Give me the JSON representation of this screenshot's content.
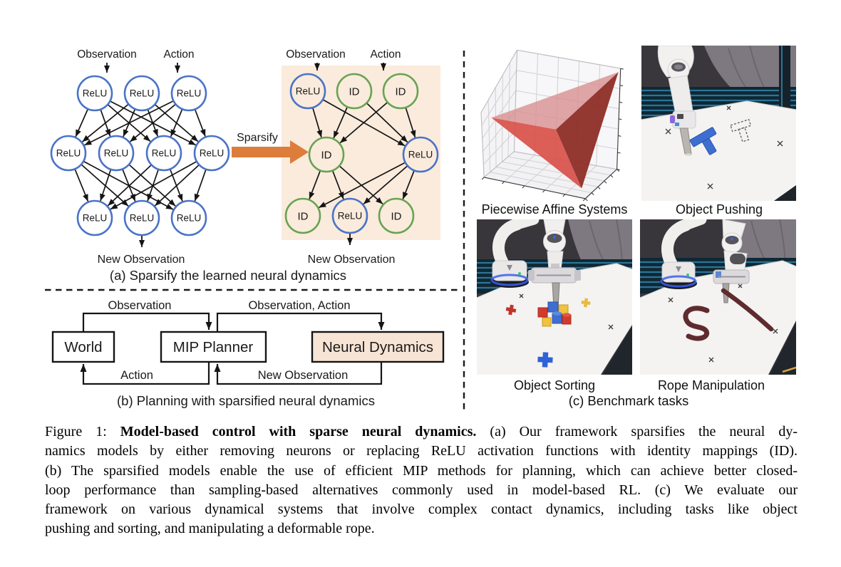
{
  "figure": {
    "panel_a": {
      "caption": "(a) Sparsify the learned neural dynamics",
      "input_labels": [
        "Observation",
        "Action"
      ],
      "output_label": "New Observation",
      "sparsify_label": "Sparsify",
      "left_network": {
        "layers": [
          [
            "ReLU",
            "ReLU",
            "ReLU"
          ],
          [
            "ReLU",
            "ReLU",
            "ReLU",
            "ReLU"
          ],
          [
            "ReLU",
            "ReLU",
            "ReLU"
          ]
        ]
      },
      "right_network": {
        "layers": [
          [
            "ReLU",
            "ID",
            "ID"
          ],
          [
            "ID",
            "ReLU"
          ],
          [
            "ID",
            "ReLU",
            "ID"
          ]
        ]
      }
    },
    "panel_b": {
      "caption": "(b) Planning with sparsified neural dynamics",
      "boxes": [
        {
          "label": "World",
          "filled": false
        },
        {
          "label": "MIP Planner",
          "filled": false
        },
        {
          "label": "Neural Dynamics",
          "filled": true
        }
      ],
      "edge_labels": {
        "top_left": "Observation",
        "top_right": "Observation, Action",
        "bottom_left": "Action",
        "bottom_right": "New Observation"
      }
    },
    "panel_c": {
      "caption": "(c) Benchmark tasks",
      "tasks": [
        "Piecewise Affine Systems",
        "Object Pushing",
        "Object Sorting",
        "Rope Manipulation"
      ]
    },
    "caption": {
      "prefix": "Figure 1:",
      "bold": "Model-based control with sparse neural dynamics.",
      "line1_rest": "(a) Our framework sparsifies the neural dy-",
      "line2": "namics models by either removing neurons or replacing ReLU activation functions with identity mappings (ID).",
      "line3": "(b) The sparsified models enable the use of efficient MIP methods for planning, which can achieve better closed-",
      "line4": "loop performance than sampling-based alternatives commonly used in model-based RL. (c) We evaluate our",
      "line5": "framework on various dynamical systems that involve complex contact dynamics, including tasks like object",
      "line6": "pushing and sorting, and manipulating a deformable rope."
    },
    "colors": {
      "relu_blue": "#4a73c7",
      "id_green": "#67a353",
      "sparsify_orange": "#dd7d3b",
      "highlight_peach": "#faebdc",
      "box_peach": "#f8e4d4",
      "polytope_red": "#d8524a",
      "polytope_dark_red": "#8e2d27",
      "polytope_pink": "#d89090"
    }
  }
}
